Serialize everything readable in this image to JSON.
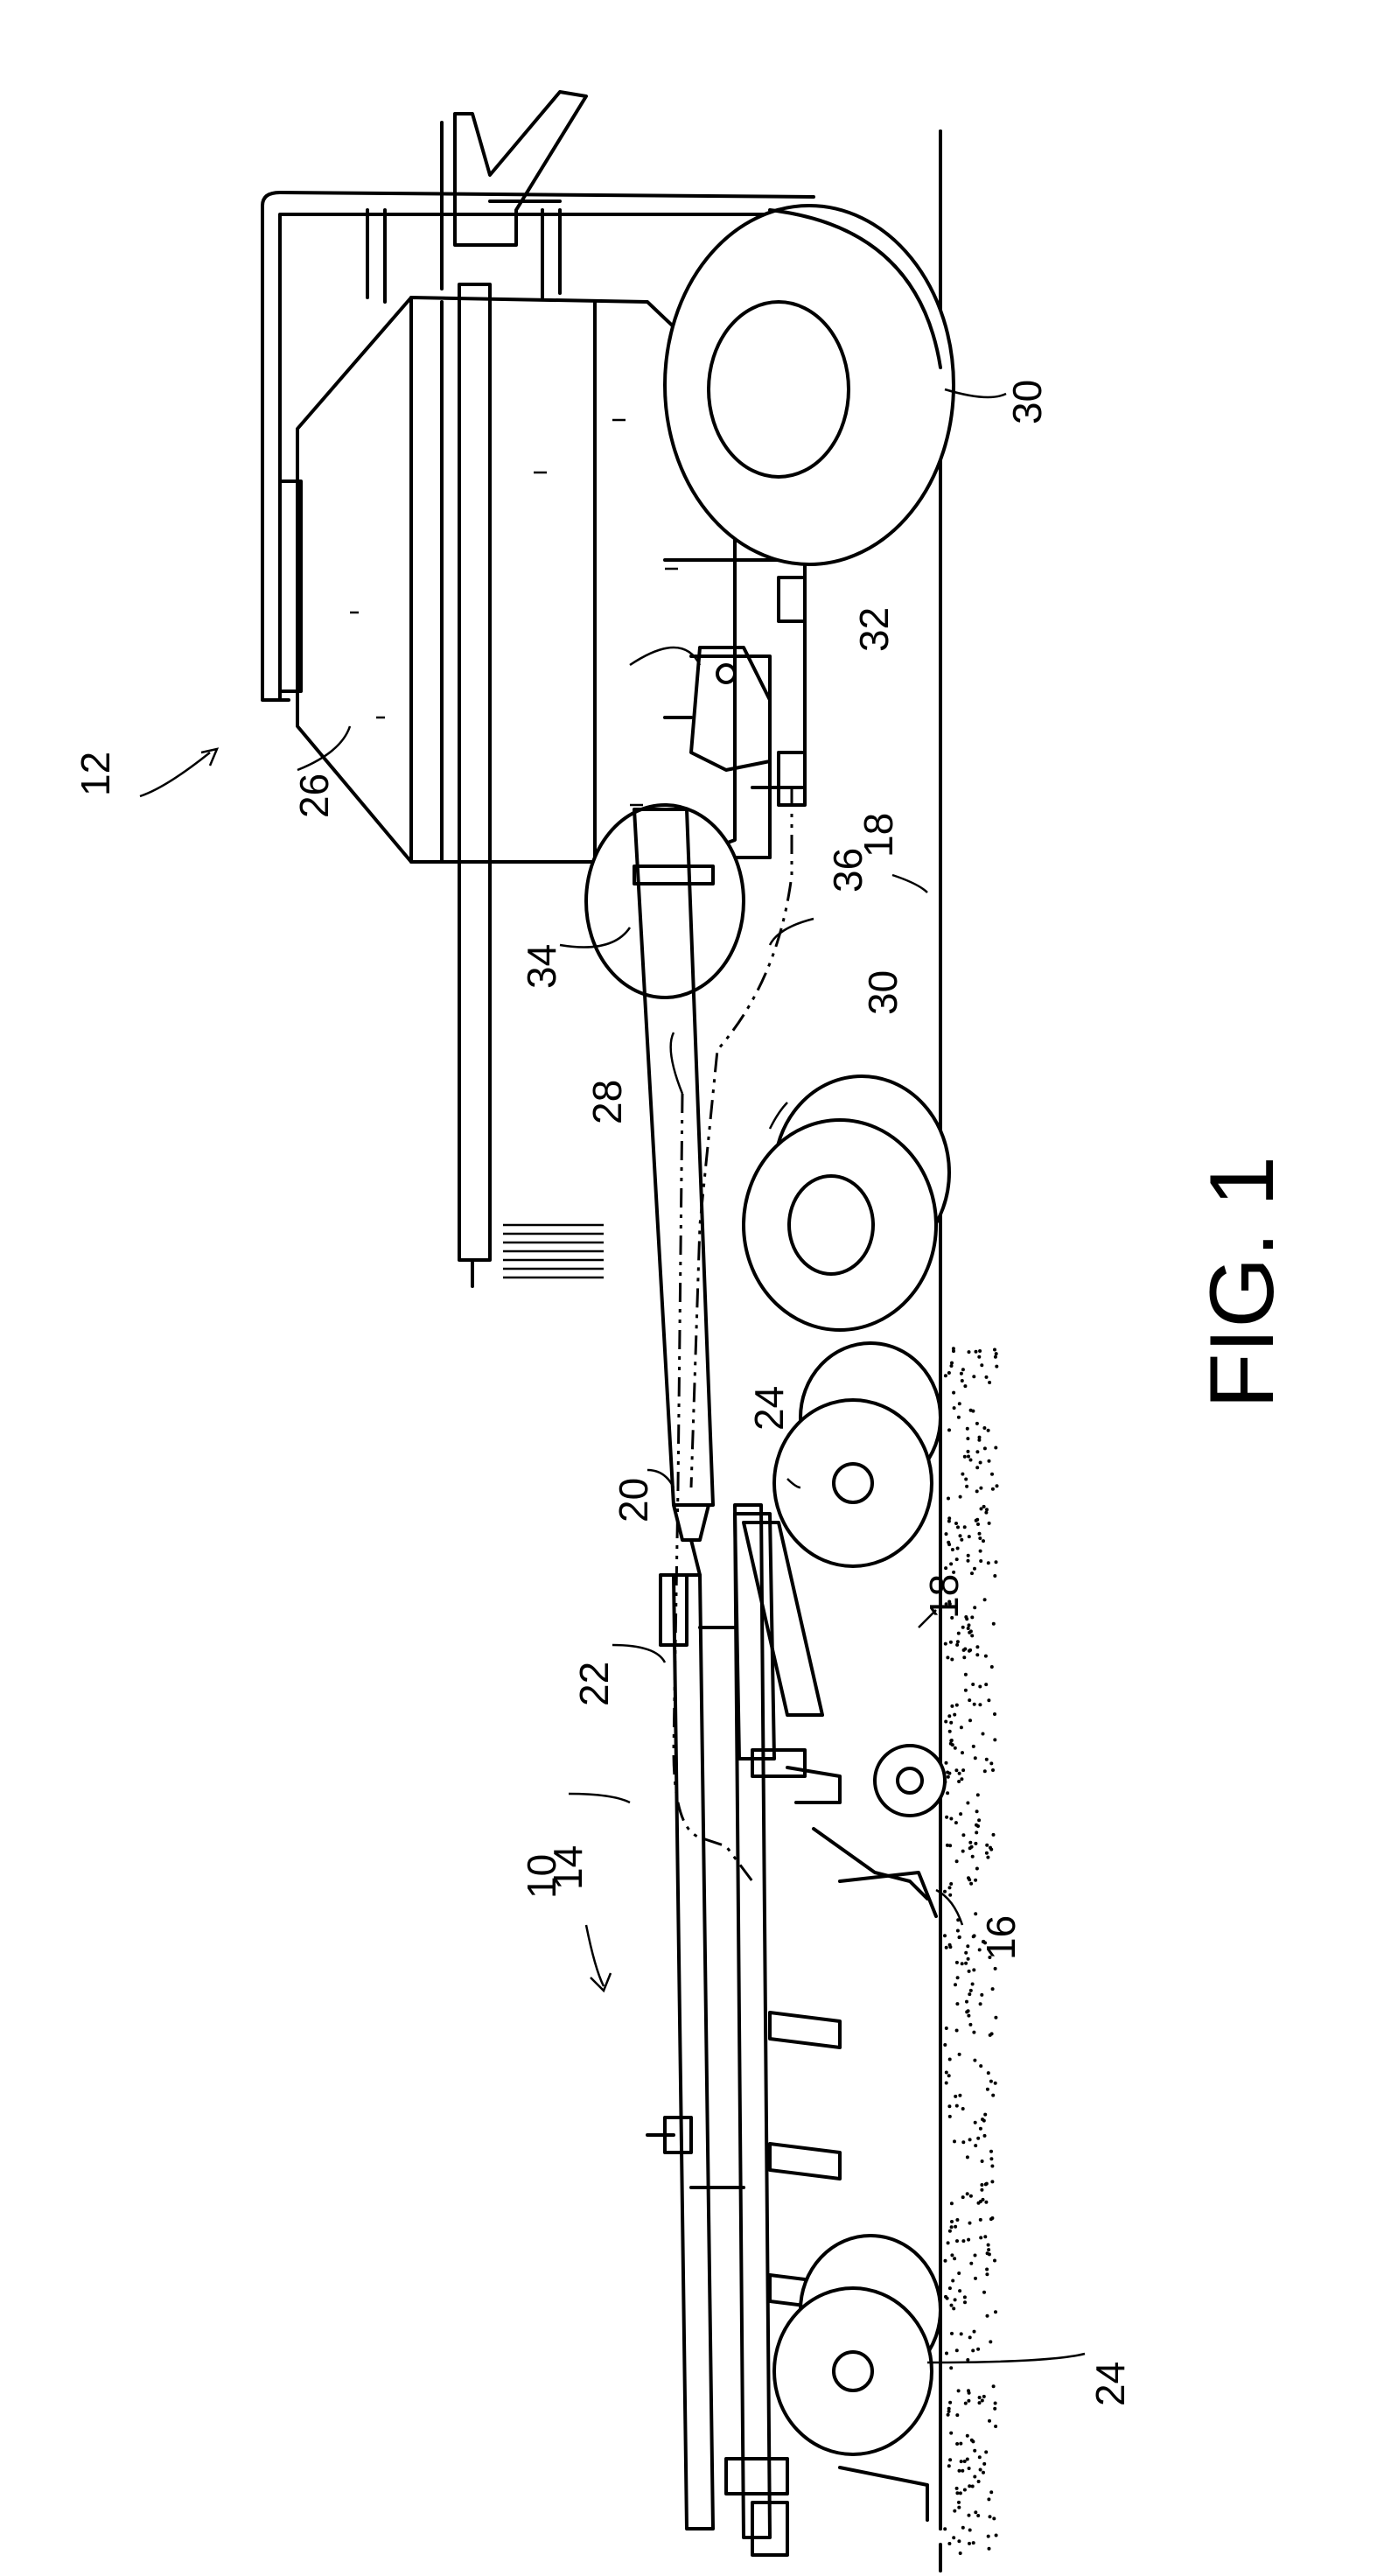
{
  "figure": {
    "caption": "FIG. 1",
    "labels": {
      "l10": "10",
      "l12": "12",
      "l14": "14",
      "l16": "16",
      "l18a": "18",
      "l18b": "18",
      "l20": "20",
      "l22": "22",
      "l24a": "24",
      "l24b": "24",
      "l26": "26",
      "l28": "28",
      "l30a": "30",
      "l30b": "30",
      "l32": "32",
      "l34": "34",
      "l36": "36"
    }
  }
}
